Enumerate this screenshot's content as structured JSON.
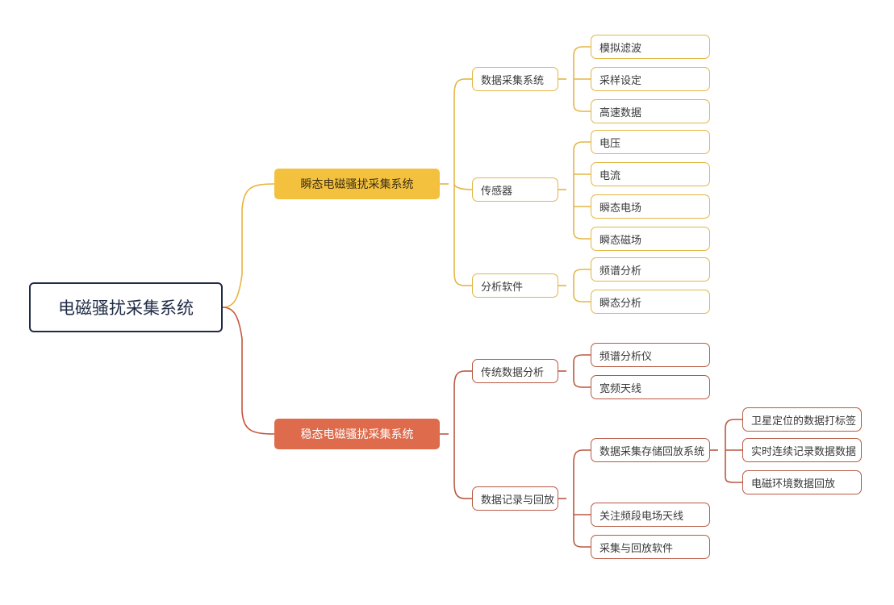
{
  "root": "电磁骚扰采集系统",
  "branches": [
    {
      "label": "瞬态电磁骚扰采集系统",
      "color": "#f4c13f",
      "groups": [
        {
          "label": "数据采集系统",
          "leaves": [
            "模拟滤波",
            "采样设定",
            "高速数据"
          ]
        },
        {
          "label": "传感器",
          "leaves": [
            "电压",
            "电流",
            "瞬态电场",
            "瞬态磁场"
          ]
        },
        {
          "label": "分析软件",
          "leaves": [
            "频谱分析",
            "瞬态分析"
          ]
        }
      ]
    },
    {
      "label": "稳态电磁骚扰采集系统",
      "color": "#de6b4c",
      "groups": [
        {
          "label": "传统数据分析",
          "leaves": [
            "频谱分析仪",
            "宽频天线"
          ]
        },
        {
          "label": "数据记录与回放",
          "leaves": [
            "数据采集存储回放系统",
            "关注频段电场天线",
            "采集与回放软件"
          ],
          "sub": [
            "卫星定位的数据打标签",
            "实时连续记录数据数据",
            "电磁环境数据回放"
          ]
        }
      ]
    }
  ]
}
